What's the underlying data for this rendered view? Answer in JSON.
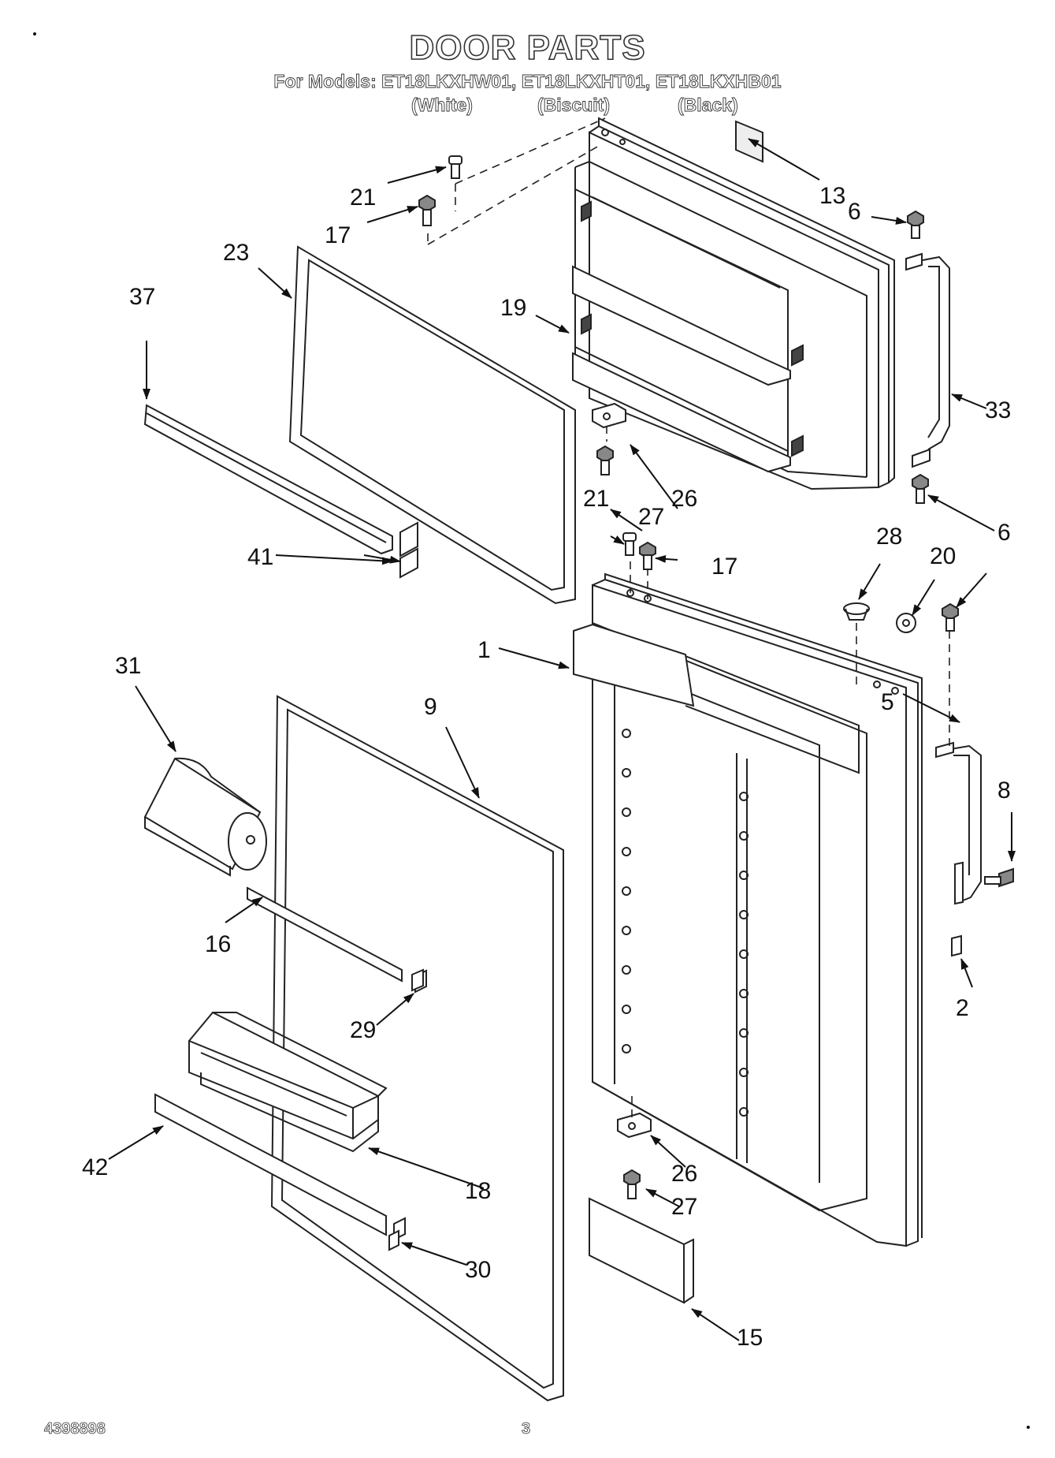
{
  "header": {
    "title": "DOOR PARTS",
    "models_line": "For Models: ET18LKXHW01, ET18LKXHT01, ET18LKXHB01",
    "variants": [
      "(White)",
      "(Biscuit)",
      "(Black)"
    ]
  },
  "footer": {
    "doc_number": "4398898",
    "page_number": "3"
  },
  "callouts": {
    "c1": "1",
    "c2": "2",
    "c5": "5",
    "c6a": "6",
    "c6b": "6",
    "c8": "8",
    "c9": "9",
    "c13": "13",
    "c15": "15",
    "c16": "16",
    "c17a": "17",
    "c17b": "17",
    "c18": "18",
    "c19": "19",
    "c20": "20",
    "c21a": "21",
    "c21b": "21",
    "c23": "23",
    "c26a": "26",
    "c26b": "26",
    "c27a": "27",
    "c27b": "27",
    "c28": "28",
    "c29": "29",
    "c30": "30",
    "c31": "31",
    "c33": "33",
    "c37": "37",
    "c41": "41",
    "c42": "42"
  }
}
